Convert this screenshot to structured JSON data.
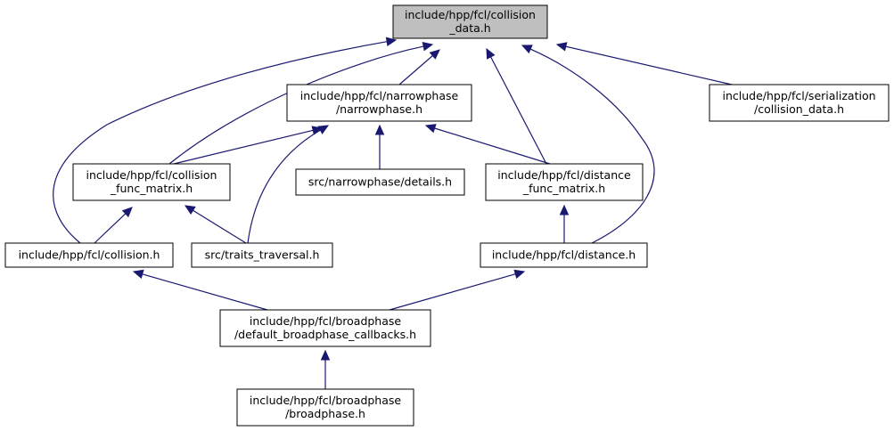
{
  "graph": {
    "edge_color": "#191970",
    "current_node_fill": "#bfbfbf",
    "nodes": [
      {
        "id": "collision_data",
        "lines": [
          "include/hpp/fcl/collision",
          "_data.h"
        ],
        "current": true
      },
      {
        "id": "narrowphase",
        "lines": [
          "include/hpp/fcl/narrowphase",
          "/narrowphase.h"
        ]
      },
      {
        "id": "serialization",
        "lines": [
          "include/hpp/fcl/serialization",
          "/collision_data.h"
        ]
      },
      {
        "id": "collision_func_matrix",
        "lines": [
          "include/hpp/fcl/collision",
          "_func_matrix.h"
        ]
      },
      {
        "id": "details",
        "lines": [
          "src/narrowphase/details.h"
        ]
      },
      {
        "id": "distance_func_matrix",
        "lines": [
          "include/hpp/fcl/distance",
          "_func_matrix.h"
        ]
      },
      {
        "id": "collision",
        "lines": [
          "include/hpp/fcl/collision.h"
        ]
      },
      {
        "id": "traits_traversal",
        "lines": [
          "src/traits_traversal.h"
        ]
      },
      {
        "id": "distance",
        "lines": [
          "include/hpp/fcl/distance.h"
        ]
      },
      {
        "id": "default_callbacks",
        "lines": [
          "include/hpp/fcl/broadphase",
          "/default_broadphase_callbacks.h"
        ]
      },
      {
        "id": "broadphase",
        "lines": [
          "include/hpp/fcl/broadphase",
          "/broadphase.h"
        ]
      }
    ],
    "edges": [
      {
        "from": "narrowphase",
        "to": "collision_data"
      },
      {
        "from": "serialization",
        "to": "collision_data"
      },
      {
        "from": "collision_func_matrix",
        "to": "collision_data"
      },
      {
        "from": "collision",
        "to": "collision_data"
      },
      {
        "from": "distance_func_matrix",
        "to": "collision_data"
      },
      {
        "from": "distance",
        "to": "collision_data"
      },
      {
        "from": "collision_func_matrix",
        "to": "narrowphase"
      },
      {
        "from": "details",
        "to": "narrowphase"
      },
      {
        "from": "distance_func_matrix",
        "to": "narrowphase"
      },
      {
        "from": "traits_traversal",
        "to": "narrowphase"
      },
      {
        "from": "collision",
        "to": "collision_func_matrix"
      },
      {
        "from": "traits_traversal",
        "to": "collision_func_matrix"
      },
      {
        "from": "distance",
        "to": "distance_func_matrix"
      },
      {
        "from": "default_callbacks",
        "to": "collision"
      },
      {
        "from": "default_callbacks",
        "to": "distance"
      },
      {
        "from": "broadphase",
        "to": "default_callbacks"
      }
    ]
  }
}
